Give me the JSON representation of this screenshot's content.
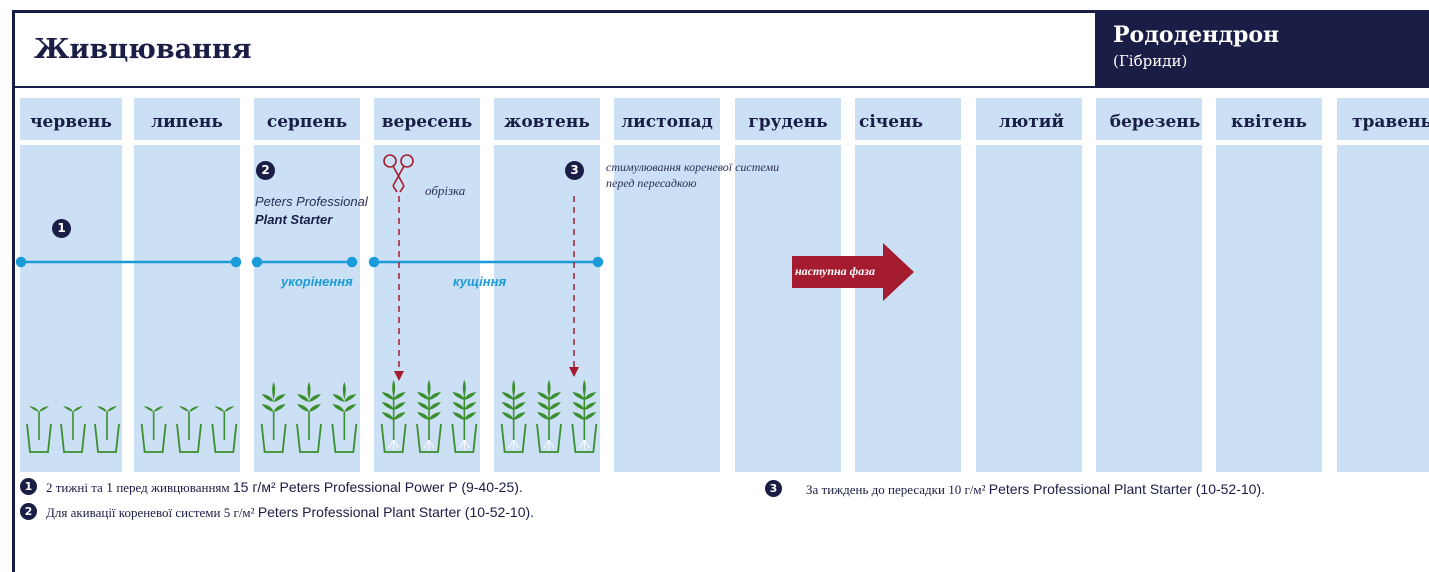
{
  "header": {
    "title": "Живцювання",
    "plant_name": "Рододендрон",
    "plant_subtitle": "(Гібриди)"
  },
  "months": [
    "червень",
    "липень",
    "серпень",
    "вересень",
    "жовтень",
    "листопад",
    "грудень",
    "січень",
    "лютий",
    "березень",
    "квітень",
    "травень"
  ],
  "markers": {
    "m1": "1",
    "m2": "2",
    "m3": "3"
  },
  "annotations": {
    "fertilizer_line1": "Peters Professional",
    "fertilizer_line2": "Plant Starter",
    "pruning": "обрізка",
    "root_stim_line1": "стимулювання кореневої системи",
    "root_stim_line2": "перед пересадкою",
    "phase_rooting": "укорінення",
    "phase_tillering": "кущіння",
    "next_phase": "наступна фаза"
  },
  "notes": {
    "n1_a": "2 тижні та",
    "n1_b": "1",
    "n1_c": "перед живцюванням",
    "n1_d": "15 г/м² Peters Professional Power P (9-40-25).",
    "n2_a": "Для акивації кореневої системи 5 г/м²",
    "n2_b": "Peters Professional Plant Starter (10-52-10).",
    "n3_a": "За тиждень до пересадки 10 г/м²",
    "n3_b": "Peters Professional Plant Starter (10-52-10)."
  },
  "colors": {
    "navy": "#1a1d45",
    "column": "#cce0f5",
    "timeline": "#1a9cd8",
    "accent_red": "#a51c30",
    "plant_green": "#3b8f2f"
  },
  "icons": [
    "scissors-icon",
    "arrow-right-icon",
    "seedling-icon"
  ]
}
